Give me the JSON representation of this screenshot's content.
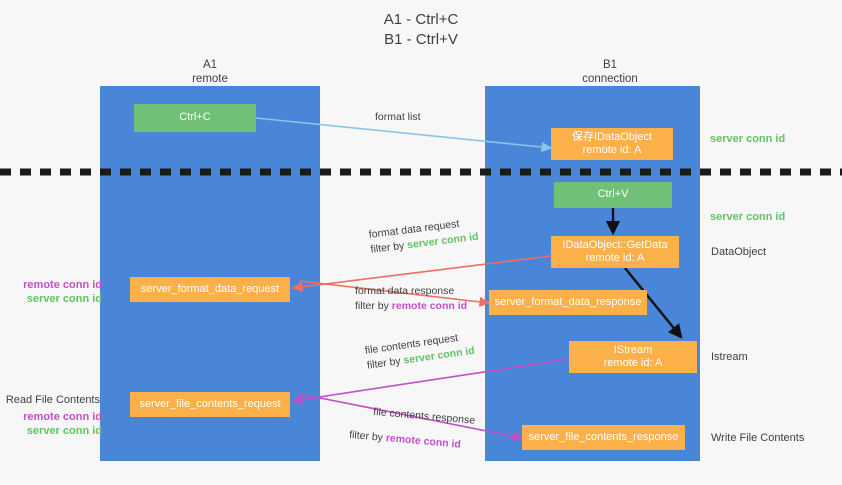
{
  "title": {
    "line1": "A1 - Ctrl+C",
    "line2": "B1 - Ctrl+V"
  },
  "columns": [
    {
      "name": "A1",
      "sub": "remote"
    },
    {
      "name": "B1",
      "sub": "connection"
    }
  ],
  "colors": {
    "lane": "#4a86d8",
    "green_box": "#71c077",
    "orange_box": "#fbb04a",
    "server_conn_id": "#63c167",
    "remote_conn_id": "#c44ec9",
    "format_list_arrow": "#8ec3e8",
    "format_data_arrow": "#ef6d62",
    "file_contents_arrow": "#c44ec9",
    "flow_arrow": "#000000",
    "divider": "#1a1a1a",
    "background": "#f7f7f7"
  },
  "boxes": {
    "ctrl_c": {
      "line1": "Ctrl+C",
      "line2": ""
    },
    "save_idataobject": {
      "line1": "保存IDataObject",
      "line2": "remote id: A"
    },
    "ctrl_v": {
      "line1": "Ctrl+V",
      "line2": ""
    },
    "getdata": {
      "line1": "IDataObject::GetData",
      "line2": "remote id: A"
    },
    "server_format_data_request": {
      "line1": "server_format_data_request",
      "line2": ""
    },
    "server_format_data_response": {
      "line1": "server_format_data_response",
      "line2": ""
    },
    "istream": {
      "line1": "IStream",
      "line2": "remote id: A"
    },
    "server_file_contents_request": {
      "line1": "server_file_contents_request",
      "line2": ""
    },
    "server_file_contents_response": {
      "line1": "server_file_contents_response",
      "line2": ""
    }
  },
  "arrow_labels": {
    "format_list": "format list",
    "format_data_request": {
      "line1": "format data request",
      "line2_prefix": "filter by ",
      "line2_key": "server conn id"
    },
    "format_data_response": {
      "line1": "format data response",
      "line2_prefix": "filter by ",
      "line2_key": "remote conn id"
    },
    "file_contents_request": {
      "line1": "file contents request",
      "line2_prefix": "filter by ",
      "line2_key": "server conn id"
    },
    "file_contents_response": {
      "line1": "file contents response",
      "line2_prefix": "filter by ",
      "line2_key": "remote conn id"
    }
  },
  "left_labels": {
    "group1": {
      "line1": "remote conn id",
      "line2": "server conn id"
    },
    "group2_heading": "Read File Contents",
    "group2": {
      "line1": "remote conn id",
      "line2": "server conn id"
    }
  },
  "right_labels": {
    "server_conn_id_top": "server conn id",
    "server_conn_id_mid": "server conn id",
    "dataobject": "DataObject",
    "istream": "Istream",
    "write_file_contents": "Write File Contents"
  }
}
